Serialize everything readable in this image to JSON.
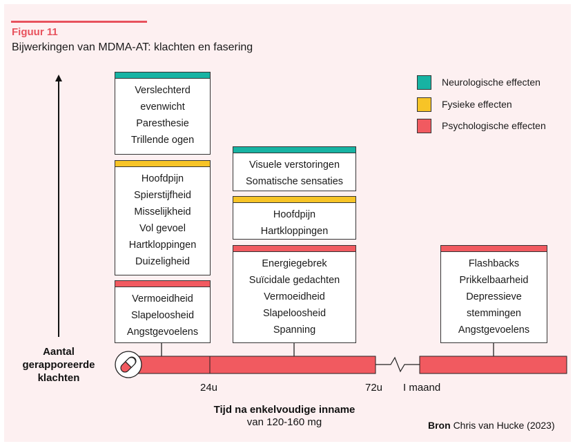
{
  "figure": {
    "label": "Figuur 11",
    "title": "Bijwerkingen van MDMA-AT: klachten en fasering"
  },
  "y_axis": {
    "label_lines": [
      "Aantal",
      "gerapporeerde",
      "klachten"
    ]
  },
  "x_axis": {
    "title": "Tijd na enkelvoudige inname",
    "subtitle": "van 120-160 mg",
    "ticks": [
      "24u",
      "72u",
      "I maand"
    ]
  },
  "source": {
    "prefix": "Bron",
    "text": "Chris van Hucke (2023)"
  },
  "legend": [
    {
      "label": "Neurologische effecten",
      "color": "#17b3a3"
    },
    {
      "label": "Fysieke effecten",
      "color": "#f7c427"
    },
    {
      "label": "Psychologische effecten",
      "color": "#f15a60"
    }
  ],
  "phases": {
    "phase1": {
      "neuro": [
        "Verslechterd",
        "evenwicht",
        "Paresthesie",
        "Trillende ogen"
      ],
      "physical": [
        "Hoofdpijn",
        "Spierstijfheid",
        "Misselijkheid",
        "Vol gevoel",
        "Hartkloppingen",
        "Duizeligheid"
      ],
      "psych": [
        "Vermoeidheid",
        "Slapeloosheid",
        "Angstgevoelens"
      ]
    },
    "phase2": {
      "neuro": [
        "Visuele verstoringen",
        "Somatische sensaties"
      ],
      "physical": [
        "Hoofdpijn",
        "Hartkloppingen"
      ],
      "psych": [
        "Energiegebrek",
        "Suïcidale gedachten",
        "Vermoeidheid",
        "Slapeloosheid",
        "Spanning"
      ]
    },
    "phase3": {
      "psych": [
        "Flashbacks",
        "Prikkelbaarheid",
        "Depressieve",
        "stemmingen",
        "Angstgevoelens"
      ]
    }
  },
  "colors": {
    "accent": "#e8525d",
    "timeline": "#f15a60",
    "background": "#fdf0f1"
  }
}
